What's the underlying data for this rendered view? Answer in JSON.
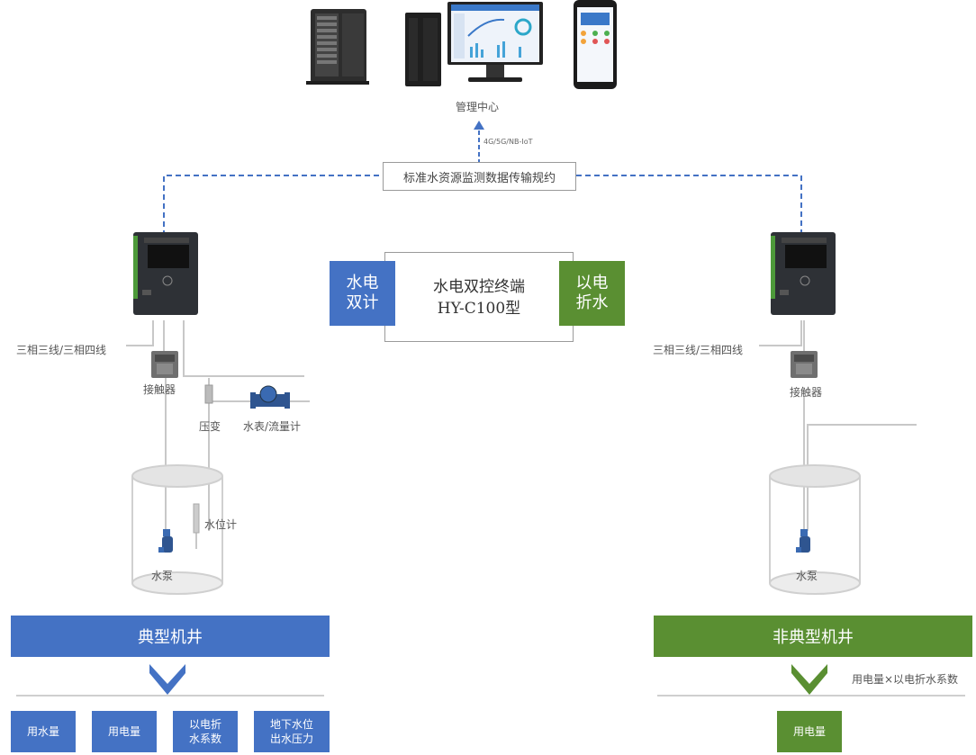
{
  "management": {
    "label": "管理中心",
    "network": "4G/5G/NB-IoT",
    "protocol": "标准水资源监测数据传输规约"
  },
  "terminal": {
    "title_line1": "水电双控终端",
    "title_line2": "HY-C100型",
    "left_tag": "水电\n双计",
    "right_tag": "以电\n折水"
  },
  "left_well": {
    "power_label": "三相三线/三相四线",
    "contactor": "接触器",
    "pressure": "压变",
    "flowmeter": "水表/流量计",
    "level_meter": "水位计",
    "pump": "水泵",
    "title": "典型机井",
    "tiles": [
      "用水量",
      "用电量",
      "以电折\n水系数",
      "地下水位\n出水压力"
    ]
  },
  "right_well": {
    "power_label": "三相三线/三相四线",
    "contactor": "接触器",
    "pump": "水泵",
    "title": "非典型机井",
    "formula": "用电量×以电折水系数",
    "tiles": [
      "用电量"
    ]
  },
  "colors": {
    "blue": "#4472c4",
    "green": "#5a8f32",
    "dash": "#4472c4"
  }
}
